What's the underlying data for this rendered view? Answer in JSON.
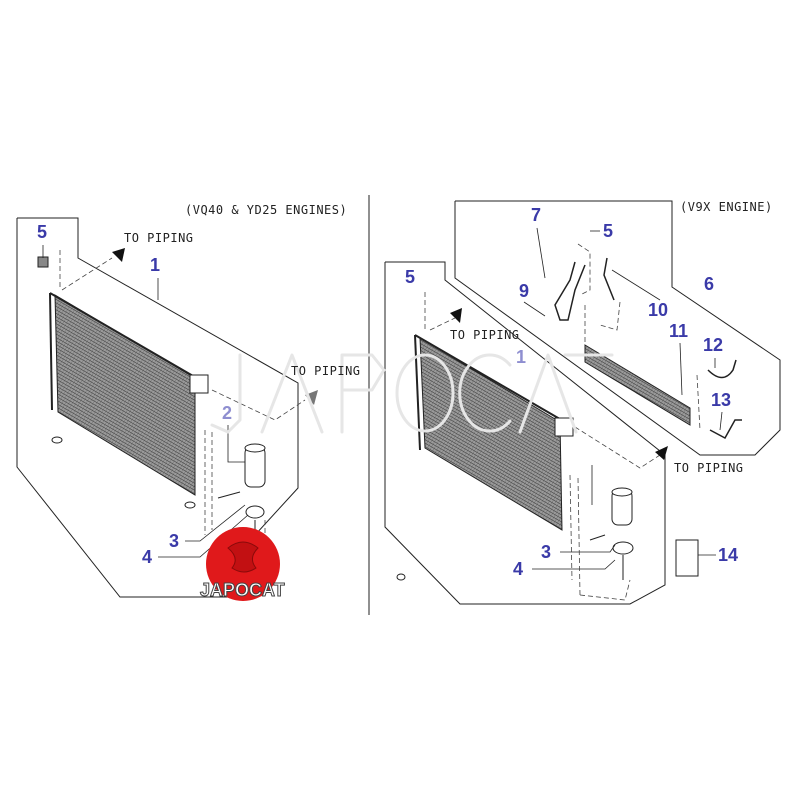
{
  "left_panel": {
    "title": "(VQ40 & YD25 ENGINES)",
    "to_piping_top": "TO PIPING",
    "to_piping_right": "TO PIPING",
    "callouts": {
      "c5": "5",
      "c1": "1",
      "c2": "2",
      "c3": "3",
      "c4": "4"
    }
  },
  "right_panel": {
    "title": "(V9X ENGINE)",
    "to_piping_left": "TO PIPING",
    "to_piping_bottom": "TO PIPING",
    "callouts": {
      "c7": "7",
      "c5a": "5",
      "c5b": "5",
      "c9": "9",
      "c6": "6",
      "c10": "10",
      "c11": "11",
      "c12": "12",
      "c13": "13",
      "c1": "1",
      "c3": "3",
      "c4": "4",
      "c14": "14"
    }
  },
  "watermark": "JAPOCAT",
  "logo": {
    "text": "JAPOCAT",
    "color": "#e0191b"
  },
  "callout_color": "#3a3aa8"
}
